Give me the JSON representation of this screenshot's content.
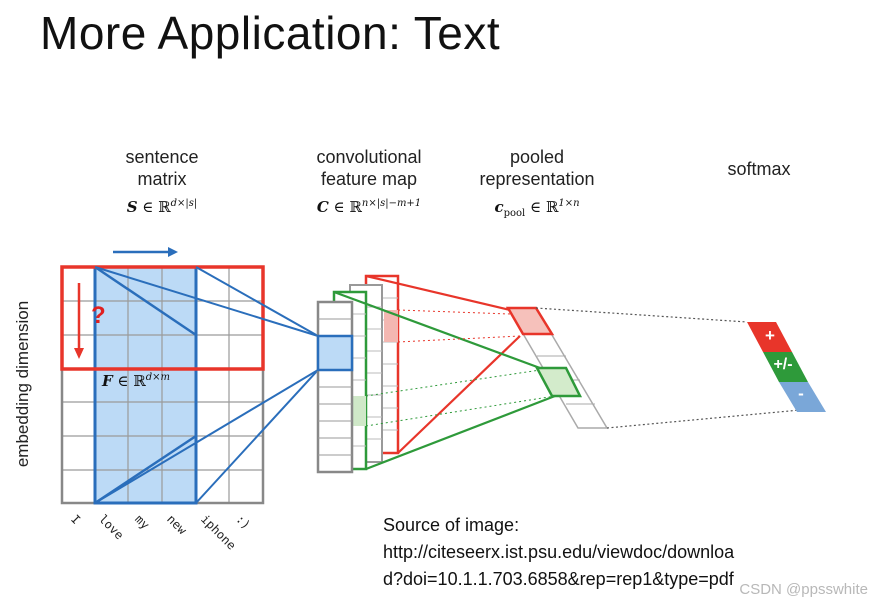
{
  "page": {
    "title": "More Application: Text"
  },
  "headers": {
    "sentence_matrix": {
      "line1": "sentence",
      "line2": "matrix",
      "var": "S",
      "space": "ℝ",
      "exp": "d×|s|"
    },
    "feature_map": {
      "line1": "convolutional",
      "line2": "feature map",
      "var": "C",
      "space": "ℝ",
      "exp": "n×|s|−m+1"
    },
    "pooled": {
      "line1": "pooled",
      "line2": "representation",
      "var": "c",
      "sub": "pool",
      "space": "ℝ",
      "exp": "1×n"
    },
    "softmax": {
      "label": "softmax"
    }
  },
  "matrix": {
    "y_label": "embedding dimension",
    "filter_var": "F",
    "filter_space": "ℝ",
    "filter_exp": "d×m",
    "question_mark": "?",
    "words": [
      "I",
      "love",
      "my",
      "new",
      "iphone",
      ":)"
    ]
  },
  "softmax_outputs": [
    {
      "label": "+",
      "color": "#e8352a"
    },
    {
      "label": "+/-",
      "color": "#2e9a3a"
    },
    {
      "label": "-",
      "color": "#7aa7d8"
    }
  ],
  "colors": {
    "red": "#e8352a",
    "green": "#2e9a3a",
    "blue": "#2a6ebb",
    "light_blue": "#bcdaf6",
    "grid": "#888888"
  },
  "source": {
    "line1": "Source of image:",
    "line2": "http://citeseerx.ist.psu.edu/viewdoc/downloa",
    "line3": "d?doi=10.1.1.703.6858&rep=rep1&type=pdf"
  },
  "watermark": "CSDN @ppsswhite"
}
